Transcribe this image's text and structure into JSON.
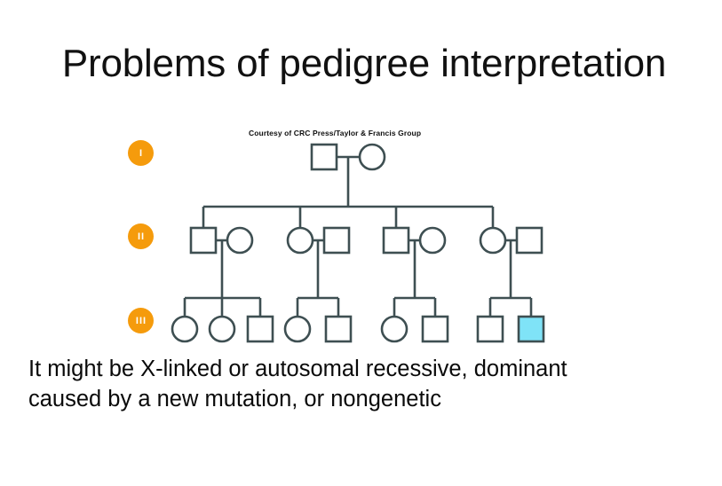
{
  "slide": {
    "title": "Problems of pedigree interpretation",
    "caption_line_1": "It might be X-linked or autosomal recessive, dominant",
    "caption_line_2": "caused by a new mutation, or nongenetic",
    "background_color": "#ffffff"
  },
  "figure": {
    "credit": "Courtesy of CRC Press/Taylor & Francis Group",
    "stroke_color": "#3E4F52",
    "affected_fill_color": "#7FE3F7",
    "unaffected_fill_color": "#ffffff",
    "generation_badge_color": "#F59B0C",
    "generation_badge_text_color": "#ffffff"
  },
  "generations": [
    {
      "label": "I",
      "name": "generation-1"
    },
    {
      "label": "II",
      "name": "generation-2"
    },
    {
      "label": "III",
      "name": "generation-3"
    }
  ],
  "pedigree": {
    "type": "pedigree-chart",
    "symbol_legend": {
      "square": "male",
      "circle": "female",
      "filled_blue": "affected individual",
      "open": "unaffected individual"
    },
    "generation_1": {
      "individuals": [
        {
          "id": "I-1",
          "sex": "male",
          "shape": "square",
          "affected": false
        },
        {
          "id": "I-2",
          "sex": "female",
          "shape": "circle",
          "affected": false
        }
      ],
      "matings": [
        {
          "partners": [
            "I-1",
            "I-2"
          ],
          "children": [
            "II-1",
            "II-4",
            "II-5",
            "II-8"
          ]
        }
      ]
    },
    "generation_2": {
      "individuals": [
        {
          "id": "II-1",
          "sex": "male",
          "shape": "square",
          "affected": false,
          "child_of_gen1": true
        },
        {
          "id": "II-2",
          "sex": "female",
          "shape": "circle",
          "affected": false,
          "child_of_gen1": false
        },
        {
          "id": "II-4",
          "sex": "female",
          "shape": "circle",
          "affected": false,
          "child_of_gen1": true
        },
        {
          "id": "II-3",
          "sex": "male",
          "shape": "square",
          "affected": false,
          "child_of_gen1": false
        },
        {
          "id": "II-5",
          "sex": "male",
          "shape": "square",
          "affected": false,
          "child_of_gen1": true
        },
        {
          "id": "II-6",
          "sex": "female",
          "shape": "circle",
          "affected": false,
          "child_of_gen1": false
        },
        {
          "id": "II-8",
          "sex": "female",
          "shape": "circle",
          "affected": false,
          "child_of_gen1": true
        },
        {
          "id": "II-7",
          "sex": "male",
          "shape": "square",
          "affected": false,
          "child_of_gen1": false
        }
      ],
      "matings": [
        {
          "partners": [
            "II-1",
            "II-2"
          ],
          "children": [
            "III-1",
            "III-2",
            "III-3"
          ]
        },
        {
          "partners": [
            "II-4",
            "II-3"
          ],
          "children": [
            "III-4",
            "III-5"
          ]
        },
        {
          "partners": [
            "II-5",
            "II-6"
          ],
          "children": [
            "III-6",
            "III-7"
          ]
        },
        {
          "partners": [
            "II-8",
            "II-7"
          ],
          "children": [
            "III-8",
            "III-9"
          ]
        }
      ]
    },
    "generation_3": {
      "individuals": [
        {
          "id": "III-1",
          "sex": "female",
          "shape": "circle",
          "affected": false
        },
        {
          "id": "III-2",
          "sex": "female",
          "shape": "circle",
          "affected": false
        },
        {
          "id": "III-3",
          "sex": "male",
          "shape": "square",
          "affected": false
        },
        {
          "id": "III-4",
          "sex": "female",
          "shape": "circle",
          "affected": false
        },
        {
          "id": "III-5",
          "sex": "male",
          "shape": "square",
          "affected": false
        },
        {
          "id": "III-6",
          "sex": "female",
          "shape": "circle",
          "affected": false
        },
        {
          "id": "III-7",
          "sex": "male",
          "shape": "square",
          "affected": false
        },
        {
          "id": "III-8",
          "sex": "male",
          "shape": "square",
          "affected": false
        },
        {
          "id": "III-9",
          "sex": "male",
          "shape": "square",
          "affected": true
        }
      ]
    },
    "counts": {
      "total_individuals": 19,
      "affected_individuals": 1,
      "generations": 3
    }
  }
}
